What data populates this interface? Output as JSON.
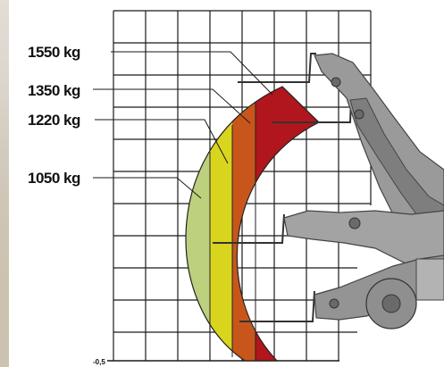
{
  "load_zones": [
    {
      "label": "1550 kg",
      "color": "#b0161b"
    },
    {
      "label": "1350 kg",
      "color": "#c8561b"
    },
    {
      "label": "1220 kg",
      "color": "#d9d51f"
    },
    {
      "label": "1050 kg",
      "color": "#bcd07e"
    }
  ],
  "axis": {
    "tick_label": "-0,5"
  },
  "colors": {
    "grid": "#1a1a1a",
    "machine": "#9a9a9a",
    "machine_dark": "#5c5c5c"
  }
}
